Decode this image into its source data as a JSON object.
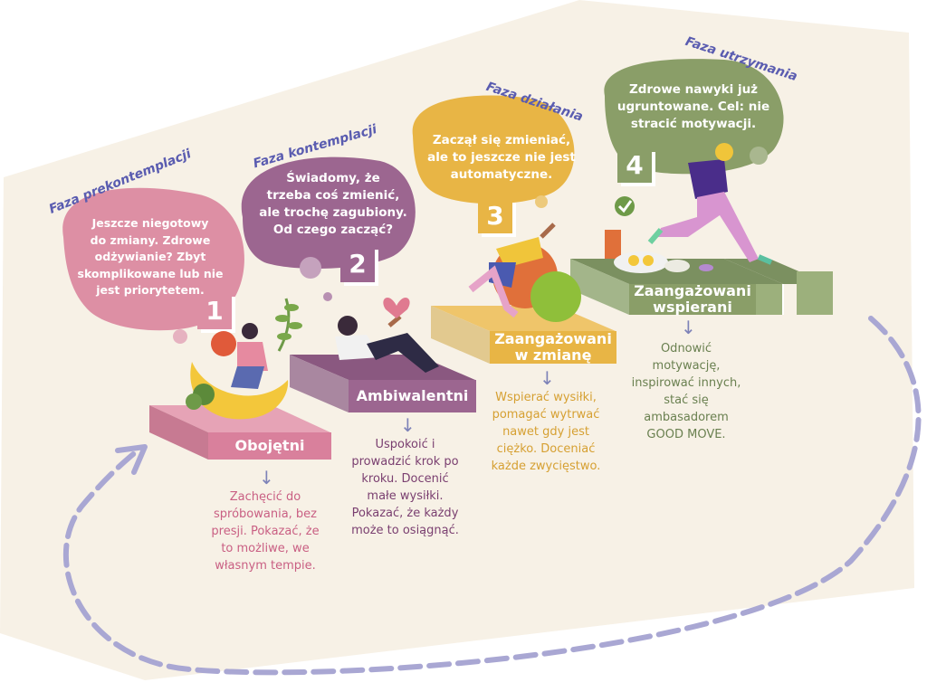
{
  "stages": [
    {
      "phase": "Faza prekontemplacji",
      "bubble": "Jeszcze niegotowy\ndo zmiany. Zdrowe\nodżywianie? Zbyt\nskomplikowane lub nie\njest priorytetem.",
      "number": "1",
      "label": "Obojętni",
      "description": "Zachęcić do\nspróbowania, bez\npresji. Pokazać, że\nto możliwe, we\nwłasnym tempie.",
      "color": "#d9809c"
    },
    {
      "phase": "Faza kontemplacji",
      "bubble": "Świadomy, że\ntrzeba coś zmienić,\nale trochę zagubiony.\nOd czego zacząć?",
      "number": "2",
      "label": "Ambiwalentni",
      "description": "Uspokoić i\nprowadzić krok po\nkroku. Docenić\nmałe wysiłki.\nPokazać, że każdy\nmoże to osiągnąć.",
      "color": "#9c6690"
    },
    {
      "phase": "Faza działania",
      "bubble": "Zaczął się zmieniać,\nale to jeszcze nie jest\nautomatyczne.",
      "number": "3",
      "label": "Zaangażowani\nw zmianę",
      "description": "Wspierać wysiłki,\npomagać wytrwać\nnawet gdy jest\nciężko. Doceniać\nkażde zwycięstwo.",
      "color": "#e8b545"
    },
    {
      "phase": "Faza utrzymania",
      "bubble": "Zdrowe nawyki już\nugruntowane. Cel: nie\nstracić motywacji.",
      "number": "4",
      "label": "Zaangażowani\nwspierani",
      "description": "Odnowić\nmotywację,\ninspirować innych,\nstać się\nambasadorem\nGOOD MOVE.",
      "color": "#8a9e68"
    }
  ],
  "colors": {
    "background_shape": "#f7f1e6",
    "cycle_arrow": "#a9a7d3",
    "phase_text": "#5a5cb0",
    "down_arrow": "#7d82b8"
  },
  "icons": [
    "down-arrow-icon",
    "cycle-arrow-icon",
    "checkmark-icon",
    "heart-icon",
    "leaf-icon"
  ]
}
